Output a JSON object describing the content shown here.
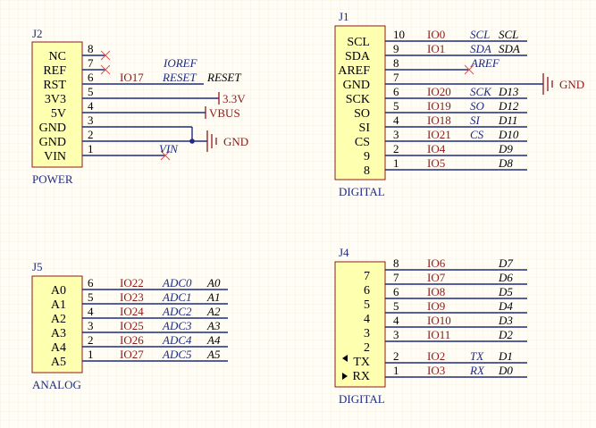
{
  "components": {
    "j2": {
      "designator": "J2",
      "caption": "POWER",
      "pins": [
        {
          "num": "8",
          "label": "NC",
          "net": "",
          "signal": ""
        },
        {
          "num": "7",
          "label": "REF",
          "net": "",
          "signal": "IOREF"
        },
        {
          "num": "6",
          "label": "RST",
          "net": "IO17",
          "signal": "RESET",
          "alias": "RESET"
        },
        {
          "num": "5",
          "label": "3V3",
          "net": "",
          "signal": ""
        },
        {
          "num": "4",
          "label": "5V",
          "net": "",
          "signal": ""
        },
        {
          "num": "3",
          "label": "GND",
          "net": "",
          "signal": ""
        },
        {
          "num": "2",
          "label": "GND",
          "net": "",
          "signal": ""
        },
        {
          "num": "1",
          "label": "VIN",
          "net": "",
          "signal": "VIN"
        }
      ],
      "power_ports": {
        "v33": "3.3V",
        "vbus": "VBUS",
        "gnd": "GND"
      }
    },
    "j1": {
      "designator": "J1",
      "caption": "DIGITAL",
      "pins": [
        {
          "num": "10",
          "label": "SCL",
          "net": "IO0",
          "signal": "SCL",
          "alias": "SCL"
        },
        {
          "num": "9",
          "label": "SDA",
          "net": "IO1",
          "signal": "SDA",
          "alias": "SDA"
        },
        {
          "num": "8",
          "label": "AREF",
          "net": "",
          "signal": "AREF",
          "alias": ""
        },
        {
          "num": "7",
          "label": "GND",
          "net": "",
          "signal": "",
          "alias": ""
        },
        {
          "num": "6",
          "label": "SCK",
          "net": "IO20",
          "signal": "SCK",
          "alias": "D13"
        },
        {
          "num": "5",
          "label": "SO",
          "net": "IO19",
          "signal": "SO",
          "alias": "D12"
        },
        {
          "num": "4",
          "label": "SI",
          "net": "IO18",
          "signal": "SI",
          "alias": "D11"
        },
        {
          "num": "3",
          "label": "CS",
          "net": "IO21",
          "signal": "CS",
          "alias": "D10"
        },
        {
          "num": "2",
          "label": "9",
          "net": "IO4",
          "signal": "",
          "alias": "D9"
        },
        {
          "num": "1",
          "label": "8",
          "net": "IO5",
          "signal": "",
          "alias": "D8"
        }
      ],
      "power_ports": {
        "gnd": "GND"
      }
    },
    "j5": {
      "designator": "J5",
      "caption": "ANALOG",
      "pins": [
        {
          "num": "6",
          "label": "A0",
          "net": "IO22",
          "signal": "ADC0",
          "alias": "A0"
        },
        {
          "num": "5",
          "label": "A1",
          "net": "IO23",
          "signal": "ADC1",
          "alias": "A1"
        },
        {
          "num": "4",
          "label": "A2",
          "net": "IO24",
          "signal": "ADC2",
          "alias": "A2"
        },
        {
          "num": "3",
          "label": "A3",
          "net": "IO25",
          "signal": "ADC3",
          "alias": "A3"
        },
        {
          "num": "2",
          "label": "A4",
          "net": "IO26",
          "signal": "ADC4",
          "alias": "A4"
        },
        {
          "num": "1",
          "label": "A5",
          "net": "IO27",
          "signal": "ADC5",
          "alias": "A5"
        }
      ]
    },
    "j4": {
      "designator": "J4",
      "caption": "DIGITAL",
      "pins": [
        {
          "num": "8",
          "label": "7",
          "net": "IO6",
          "signal": "",
          "alias": "D7"
        },
        {
          "num": "7",
          "label": "6",
          "net": "IO7",
          "signal": "",
          "alias": "D6"
        },
        {
          "num": "6",
          "label": "5",
          "net": "IO8",
          "signal": "",
          "alias": "D5"
        },
        {
          "num": "5",
          "label": "4",
          "net": "IO9",
          "signal": "",
          "alias": "D4"
        },
        {
          "num": "4",
          "label": "3",
          "net": "IO10",
          "signal": "",
          "alias": "D3"
        },
        {
          "num": "3",
          "label": "2",
          "net": "IO11",
          "signal": "",
          "alias": "D2"
        },
        {
          "num": "2",
          "label": "TX",
          "net": "IO2",
          "signal": "TX",
          "alias": "D1"
        },
        {
          "num": "1",
          "label": "RX",
          "net": "IO3",
          "signal": "RX",
          "alias": "D0"
        }
      ]
    }
  }
}
